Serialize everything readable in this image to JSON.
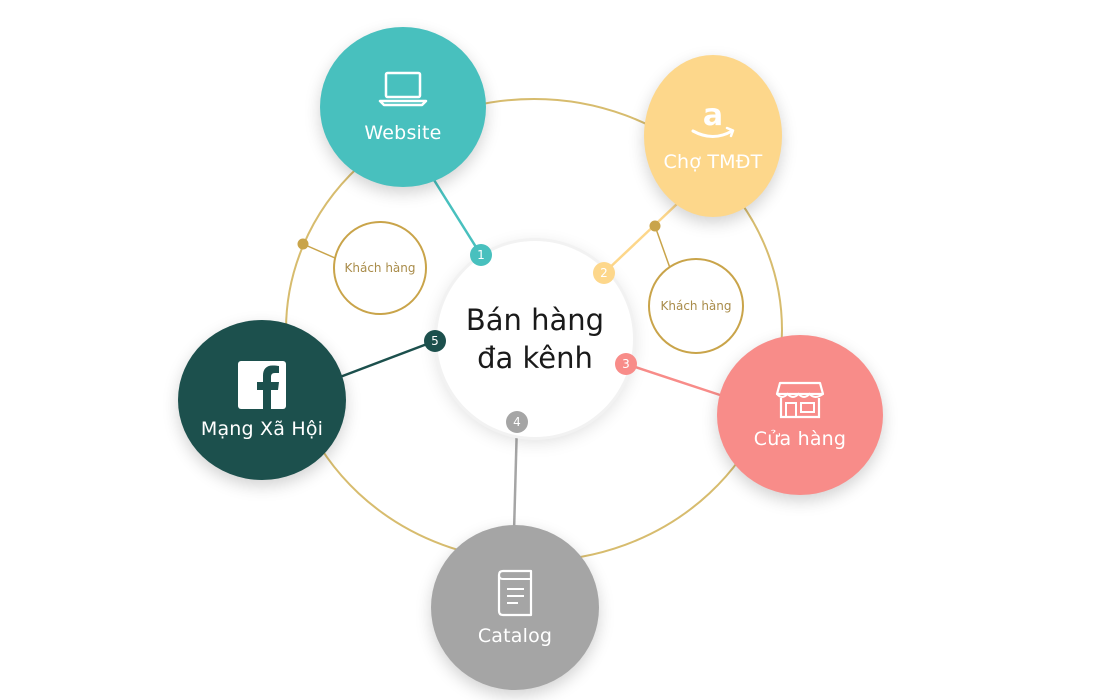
{
  "center": {
    "line1": "Bán hàng",
    "line2": "đa kênh"
  },
  "channels": {
    "website": {
      "label": "Website",
      "number": "1",
      "icon": "laptop-icon",
      "color": "#48c0be"
    },
    "ecommerce": {
      "label": "Chợ TMĐT",
      "number": "2",
      "icon": "amazon-logo-icon",
      "color": "#fdd78b"
    },
    "store": {
      "label": "Cửa hàng",
      "number": "3",
      "icon": "storefront-icon",
      "color": "#f88c89"
    },
    "catalog": {
      "label": "Catalog",
      "number": "4",
      "icon": "book-icon",
      "color": "#a5a5a5"
    },
    "social": {
      "label": "Mạng Xã Hội",
      "number": "5",
      "icon": "facebook-icon",
      "color": "#1c504d"
    }
  },
  "customers": {
    "left": "Khách hàng",
    "right": "Khách hàng"
  },
  "ring_color": "#d7bc6e",
  "accent_gold": "#c9a44a"
}
